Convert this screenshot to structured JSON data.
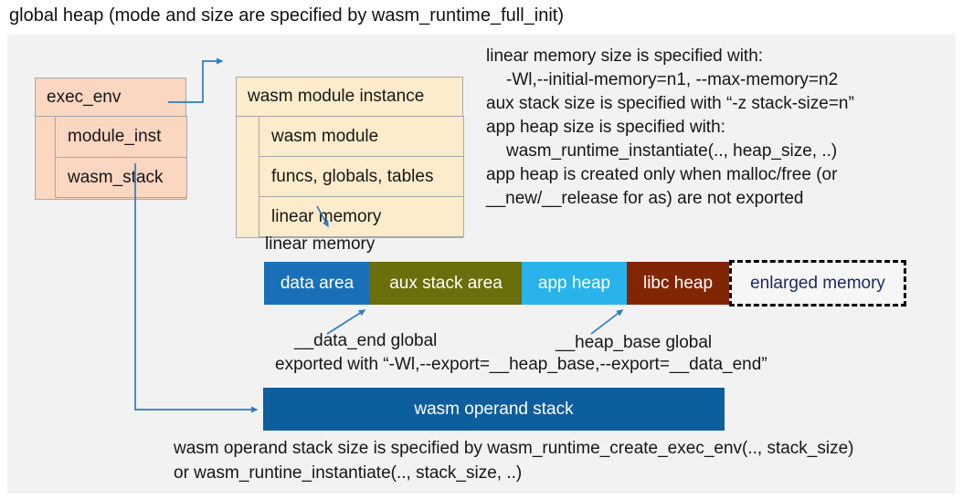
{
  "title": "global heap (mode and size are specified by wasm_runtime_full_init)",
  "exec_env_box": {
    "header": "exec_env",
    "rows": [
      {
        "label": "module_inst"
      },
      {
        "label": "wasm_stack"
      }
    ]
  },
  "module_instance_box": {
    "header": "wasm module instance",
    "rows": [
      {
        "label": "wasm module"
      },
      {
        "label": "funcs, globals, tables"
      },
      {
        "label": "linear memory"
      }
    ]
  },
  "notes_right": {
    "lines": [
      {
        "text": "linear memory size is specified with:"
      },
      {
        "text": "-Wl,--initial-memory=n1, --max-memory=n2"
      },
      {
        "text": "aux stack size is specified with “-z stack-size=n”"
      },
      {
        "text": "app heap size is specified with:"
      },
      {
        "text": "wasm_runtime_instantiate(.., heap_size, ..)"
      },
      {
        "text": "app heap is created only when malloc/free (or"
      },
      {
        "text": "__new/__release for as) are not exported"
      }
    ]
  },
  "linear_memory": {
    "label": "linear memory",
    "segments": [
      {
        "label": "data area",
        "color": "#1a70b8",
        "text_color": "#ffffff"
      },
      {
        "label": "aux stack area",
        "color": "#6b6e0a",
        "text_color": "#ffffff"
      },
      {
        "label": "app heap",
        "color": "#29b3ea",
        "text_color": "#ffffff"
      },
      {
        "label": "libc heap",
        "color": "#812604",
        "text_color": "#ffffff"
      },
      {
        "label": "enlarged memory",
        "color": "#f6f6f6",
        "text_color": "#1b2a63",
        "border": "dashed"
      }
    ],
    "data_end_label": "__data_end global",
    "heap_base_label": "__heap_base global",
    "exported_label": "exported with “-Wl,--export=__heap_base,--export=__data_end”"
  },
  "operand_stack": {
    "label": "wasm operand stack",
    "color": "#0d5e9d",
    "note_line1": "wasm operand stack size is specified by wasm_runtime_create_exec_env(.., stack_size)",
    "note_line2": "or wasm_runtine_instantiate(.., stack_size, ..)"
  },
  "colors": {
    "canvas_bg": "#f2f2f2",
    "exec_env_fill": "#fbd6c0",
    "module_instance_fill": "#fdeccb",
    "box_border": "#a8a8a8",
    "connector_blue": "#2e7bc4",
    "text": "#161616"
  }
}
